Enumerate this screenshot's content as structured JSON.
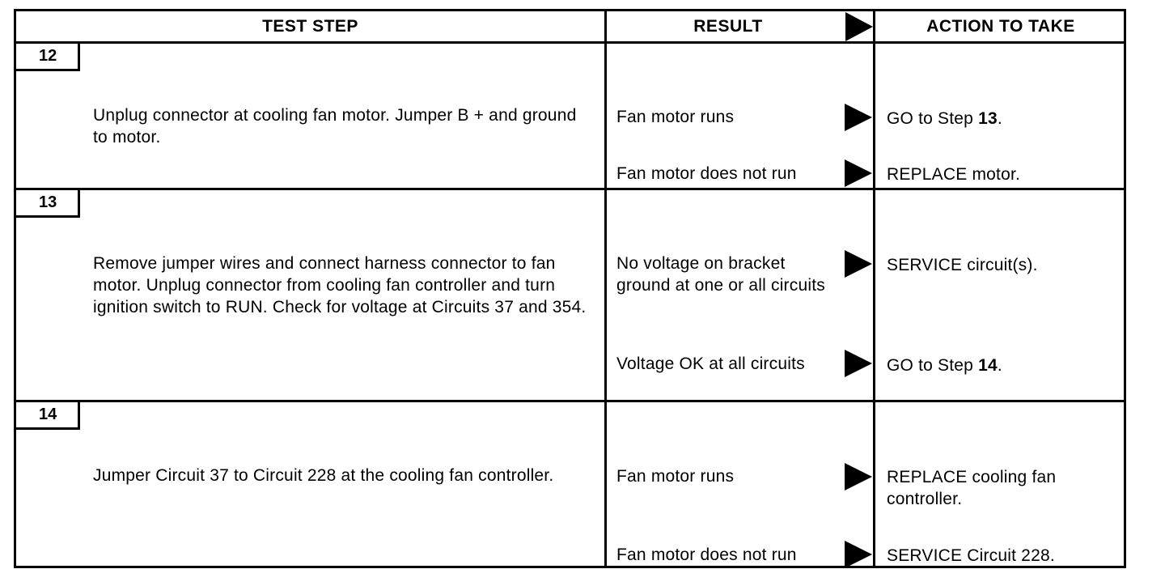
{
  "headers": {
    "test_step": "TEST STEP",
    "result": "RESULT",
    "action": "ACTION TO TAKE"
  },
  "steps": [
    {
      "number": "12",
      "description": "Unplug connector at cooling fan motor. Jumper B + and ground to motor.",
      "results": [
        {
          "result": "Fan motor runs",
          "action_prefix": "GO to Step",
          "action_bold": "13",
          "action_suffix": "."
        },
        {
          "result": "Fan motor does not run",
          "action_prefix": "REPLACE motor.",
          "action_bold": "",
          "action_suffix": ""
        }
      ]
    },
    {
      "number": "13",
      "description": "Remove jumper wires and connect harness connector to fan motor. Unplug connector from cooling fan controller and turn ignition switch to RUN. Check for voltage at Circuits 37 and 354.",
      "results": [
        {
          "result": "No voltage on bracket ground at one or all circuits",
          "action_prefix": "SERVICE circuit(s).",
          "action_bold": "",
          "action_suffix": ""
        },
        {
          "result": "Voltage OK at all circuits",
          "action_prefix": "GO to Step",
          "action_bold": "14",
          "action_suffix": "."
        }
      ]
    },
    {
      "number": "14",
      "description": "Jumper Circuit 37 to Circuit 228 at the cooling fan controller.",
      "results": [
        {
          "result": "Fan motor runs",
          "action_prefix": "REPLACE cooling fan controller.",
          "action_bold": "",
          "action_suffix": ""
        },
        {
          "result": "Fan motor does not run",
          "action_prefix": "SERVICE Circuit 228.",
          "action_bold": "",
          "action_suffix": ""
        }
      ]
    }
  ]
}
